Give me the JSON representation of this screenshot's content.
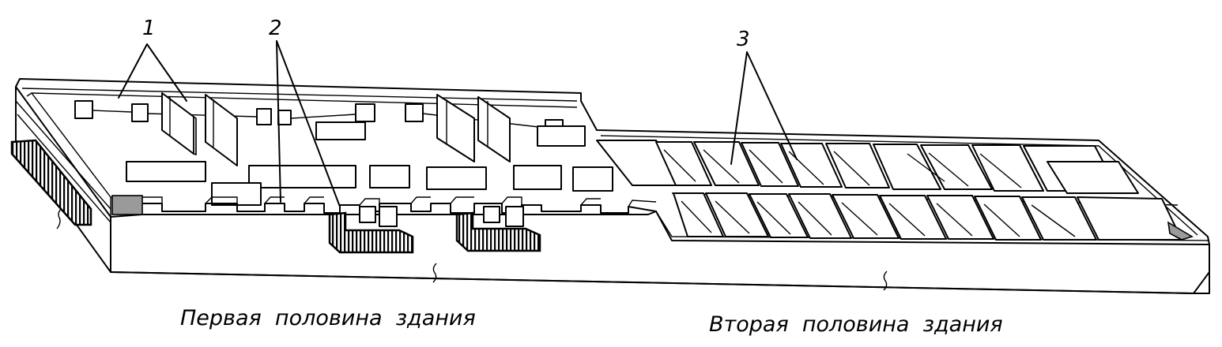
{
  "callouts": {
    "c1": "1",
    "c2": "2",
    "c3": "3"
  },
  "captions": {
    "first_half": "Первая  половина  здания",
    "second_half": "Вторая  половина  здания"
  }
}
